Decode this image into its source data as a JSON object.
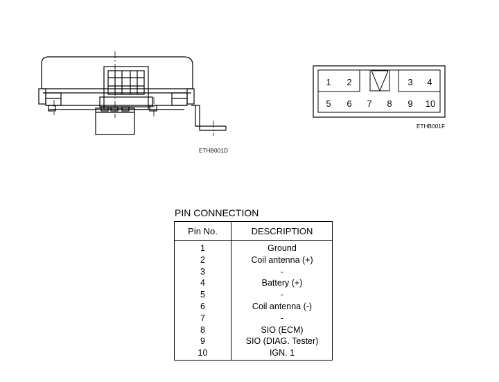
{
  "figure_codes": {
    "left": "ETHB001D",
    "right": "ETHB001F"
  },
  "connector": {
    "top_row": [
      "1",
      "2",
      "3",
      "4"
    ],
    "bottom_row": [
      "5",
      "6",
      "7",
      "8",
      "9",
      "10"
    ]
  },
  "pin_connection": {
    "title": "PIN CONNECTION",
    "headers": {
      "pin": "Pin No.",
      "description": "DESCRIPTION"
    },
    "rows": [
      {
        "pin": "1",
        "description": "Ground"
      },
      {
        "pin": "2",
        "description": "Coil antenna (+)"
      },
      {
        "pin": "3",
        "description": "-"
      },
      {
        "pin": "4",
        "description": "Battery (+)"
      },
      {
        "pin": "5",
        "description": "-"
      },
      {
        "pin": "6",
        "description": "Coil antenna (-)"
      },
      {
        "pin": "7",
        "description": "-"
      },
      {
        "pin": "8",
        "description": "SIO (ECM)"
      },
      {
        "pin": "9",
        "description": "SIO (DIAG. Tester)"
      },
      {
        "pin": "10",
        "description": "IGN. 1"
      }
    ]
  }
}
